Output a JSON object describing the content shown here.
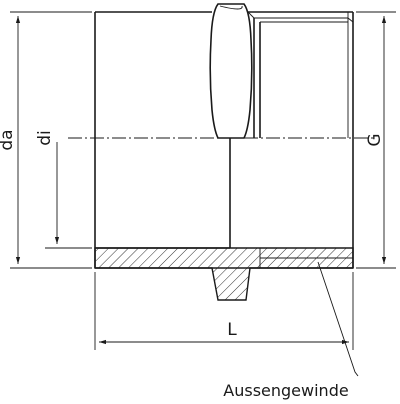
{
  "labels": {
    "outer_diameter": "da",
    "inner_diameter": "di",
    "thread_diameter": "G",
    "length": "L",
    "thread_callout": "Aussengewinde"
  }
}
